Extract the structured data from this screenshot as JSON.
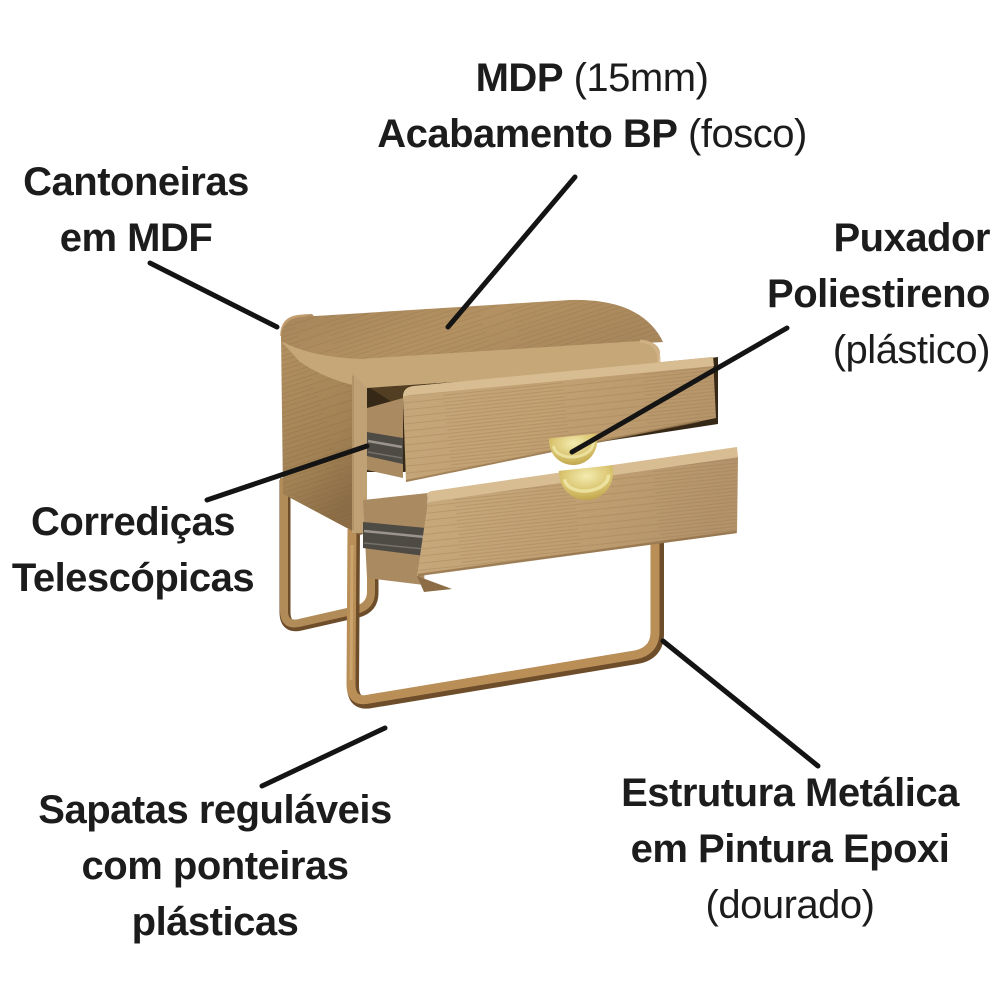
{
  "product": "nightstand-exploded-feature-diagram",
  "palette": {
    "background": "#ffffff",
    "text": "#1c1c1c",
    "leader_line": "#141414",
    "wood_top": "#ab8a5e",
    "wood_side": "#a9885d",
    "wood_frame_band": "#c6a878",
    "wood_drawer_face": "#c2a377",
    "wood_drawer_edge": "#d8bd92",
    "interior_dark": "#362817",
    "slide_gray": "#4e4a44",
    "leg_gold": "#b28c58",
    "leg_gold_shadow": "#6e4d2b",
    "handle_gold": "#d9c46c"
  },
  "annotations": [
    {
      "id": "board-material",
      "lines": [
        [
          {
            "t": "MDP",
            "b": 1
          },
          {
            "t": " (15mm)",
            "b": 0
          }
        ],
        [
          {
            "t": "Acabamento BP",
            "b": 1
          },
          {
            "t": " (fosco)",
            "b": 0
          }
        ]
      ]
    },
    {
      "id": "corner-brackets",
      "lines": [
        [
          {
            "t": "Cantoneiras",
            "b": 1
          }
        ],
        [
          {
            "t": "em MDF",
            "b": 1
          }
        ]
      ]
    },
    {
      "id": "handle",
      "lines": [
        [
          {
            "t": "Puxador",
            "b": 1
          }
        ],
        [
          {
            "t": "Poliestireno",
            "b": 1
          }
        ],
        [
          {
            "t": "(plástico)",
            "b": 0
          }
        ]
      ]
    },
    {
      "id": "drawer-slides",
      "lines": [
        [
          {
            "t": "Corrediças",
            "b": 1
          }
        ],
        [
          {
            "t": "Telescópicas",
            "b": 1
          }
        ]
      ]
    },
    {
      "id": "feet",
      "lines": [
        [
          {
            "t": "Sapatas reguláveis",
            "b": 1
          }
        ],
        [
          {
            "t": "com ponteiras",
            "b": 1
          }
        ],
        [
          {
            "t": "plásticas",
            "b": 1
          }
        ]
      ]
    },
    {
      "id": "metal-frame",
      "lines": [
        [
          {
            "t": "Estrutura Metálica",
            "b": 1
          }
        ],
        [
          {
            "t": "em Pintura Epoxi",
            "b": 1
          }
        ],
        [
          {
            "t": "(dourado)",
            "b": 0
          }
        ]
      ]
    }
  ]
}
